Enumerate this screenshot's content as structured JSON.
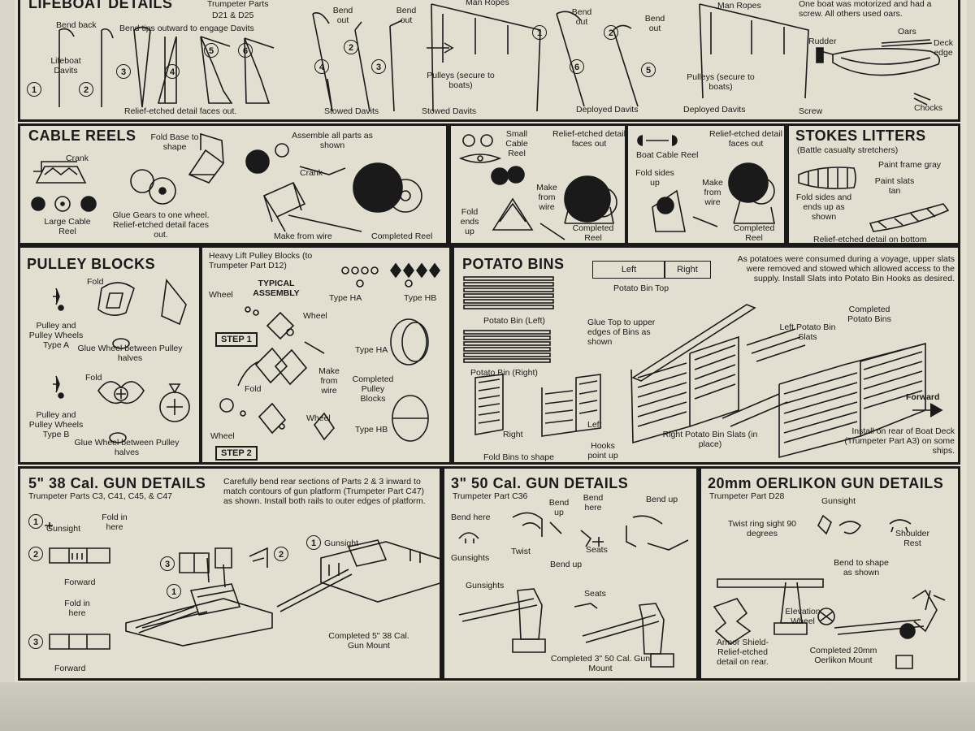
{
  "lifeboat": {
    "title": "LIFEBOAT DETAILS",
    "parts_ref": "Trumpeter Parts",
    "parts_ids": "D21 & D25",
    "bend_back": "Bend back",
    "lifeboat_davits": "Lifeboat Davits",
    "bend_tips": "Bend tips outward to engage Davits",
    "relief_detail": "Relief-etched detail faces out.",
    "bend_out_1": "Bend out",
    "bend_out_2": "Bend out",
    "man_ropes_1": "Man Ropes",
    "pulleys_1": "Pulleys (secure to boats)",
    "stowed_1": "Stowed Davits",
    "stowed_2": "Stowed Davits",
    "bend_out_3": "Bend out",
    "bend_out_4": "Bend out",
    "man_ropes_2": "Man Ropes",
    "pulleys_2": "Pulleys (secure to boats)",
    "deployed_1": "Deployed Davits",
    "deployed_2": "Deployed Davits",
    "boat_note": "One boat was motorized and had a screw. All others used oars.",
    "rudder": "Rudder",
    "oars": "Oars",
    "deck_edge": "Deck edge",
    "screw": "Screw",
    "chocks": "Chocks"
  },
  "cable_reels": {
    "title": "CABLE REELS",
    "crank": "Crank",
    "fold_base": "Fold Base to shape",
    "assemble": "Assemble all parts as shown",
    "crank2": "Crank",
    "large_reel": "Large Cable Reel",
    "glue_gears": "Glue Gears to one wheel. Relief-etched detail faces out.",
    "make_wire": "Make from wire",
    "completed_reel": "Completed Reel"
  },
  "small_reel": {
    "small_cable_reel": "Small Cable Reel",
    "relief": "Relief-etched detail faces out",
    "fold_ends": "Fold ends up",
    "make_wire": "Make from wire",
    "completed": "Completed Reel"
  },
  "boat_reel": {
    "boat_cable_reel": "Boat Cable Reel",
    "relief": "Relief-etched detail faces out",
    "fold_sides": "Fold sides up",
    "make_wire": "Make from wire",
    "completed": "Completed Reel"
  },
  "stokes": {
    "title": "STOKES LITTERS",
    "subtitle": "(Battle casualty stretchers)",
    "paint_frame": "Paint frame gray",
    "paint_slats": "Paint slats tan",
    "fold_sides": "Fold sides and ends up as shown",
    "relief": "Relief-etched detail on bottom"
  },
  "pulley": {
    "title": "PULLEY BLOCKS",
    "fold_a": "Fold",
    "wheels_a": "Pulley and Pulley Wheels Type A",
    "glue_a": "Glue Wheel between Pulley halves",
    "fold_b": "Fold",
    "wheels_b": "Pulley and Pulley Wheels Type B",
    "glue_b": "Glue Wheel between Pulley halves"
  },
  "heavy": {
    "title": "Heavy Lift Pulley Blocks (to Trumpeter Part D12)",
    "typical": "TYPICAL ASSEMBLY",
    "wheel1": "Wheel",
    "wheel2": "Wheel",
    "type_ha": "Type HA",
    "type_hb": "Type HB",
    "step1": "STEP 1",
    "type_ha2": "Type HA",
    "make_wire": "Make from wire",
    "fold": "Fold",
    "completed": "Completed Pulley Blocks",
    "wheel3": "Wheel",
    "wheel4": "Wheel",
    "type_hb2": "Type HB",
    "step2": "STEP 2"
  },
  "potato": {
    "title": "POTATO BINS",
    "left": "Left",
    "right": "Right",
    "bin_top": "Potato Bin Top",
    "note": "As potatoes were consumed during a voyage, upper slats were removed and stowed which allowed access to the supply. Install Slats into Potato Bin Hooks as desired.",
    "bin_left": "Potato Bin (Left)",
    "bin_right": "Potato Bin (Right)",
    "glue_top": "Glue Top to upper edges of Bins as shown",
    "left_slats": "Left Potato Bin Slats",
    "completed": "Completed Potato Bins",
    "right2": "Right",
    "left2": "Left",
    "fold_bins": "Fold Bins to shape",
    "hooks": "Hooks point up",
    "right_slats": "Right Potato Bin Slats (in place)",
    "forward": "Forward",
    "install": "Install on rear of Boat Deck (Trumpeter Part A3) on some ships."
  },
  "gun5": {
    "title": "5\" 38 Cal. GUN DETAILS",
    "parts": "Trumpeter Parts C3, C41, C45, & C47",
    "note": "Carefully bend rear sections of Parts 2 & 3 inward to match contours of gun platform (Trumpeter Part C47) as shown. Install both rails to outer edges of platform.",
    "gunsight": "Gunsight",
    "fold_in_1": "Fold in here",
    "forward_1": "Forward",
    "fold_in_2": "Fold in here",
    "forward_2": "Forward",
    "gunsight2": "Gunsight",
    "completed": "Completed 5\" 38 Cal. Gun Mount"
  },
  "gun3": {
    "title": "3\" 50 Cal. GUN DETAILS",
    "parts": "Trumpeter Part C36",
    "bend_here_1": "Bend here",
    "bend_up_1": "Bend up",
    "bend_here_2": "Bend here",
    "bend_up_2": "Bend up",
    "gunsights": "Gunsights",
    "twist": "Twist",
    "seats": "Seats",
    "bend_up_3": "Bend up",
    "gunsights2": "Gunsights",
    "seats2": "Seats",
    "completed": "Completed 3\" 50 Cal. Gun Mount"
  },
  "oerlikon": {
    "title": "20mm OERLIKON GUN DETAILS",
    "parts": "Trumpeter Part D28",
    "gunsight": "Gunsight",
    "twist_ring": "Twist ring sight 90 degrees",
    "shoulder": "Shoulder Rest",
    "bend_shape": "Bend to shape as shown",
    "elevation": "Elevation Wheel",
    "armor": "Armor Shield- Relief-etched detail on rear.",
    "completed": "Completed 20mm Oerlikon Mount"
  }
}
